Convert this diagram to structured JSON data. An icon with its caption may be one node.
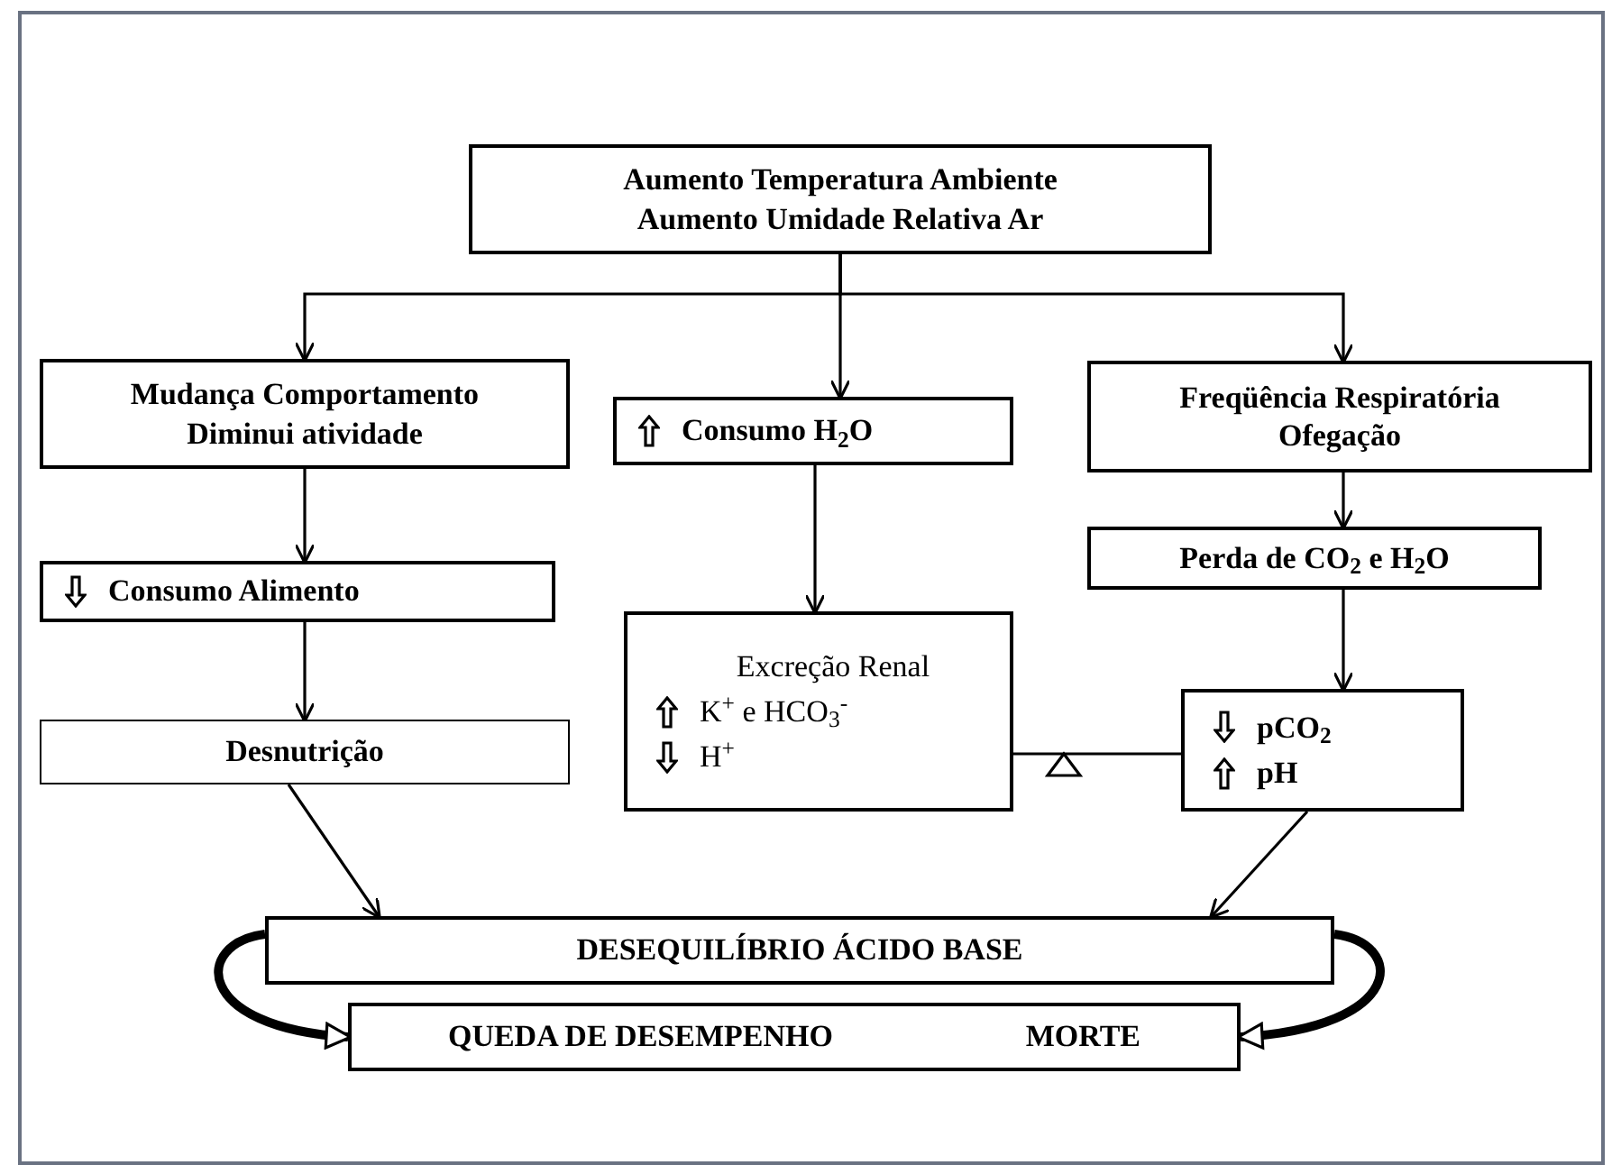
{
  "diagram": {
    "nodes": [
      {
        "text": [
          "Aumento Temperatura Ambiente",
          "Aumento Umidade Relativa Ar"
        ]
      },
      {
        "text": [
          "Mudança Comportamento",
          "Diminui atividade"
        ]
      },
      {
        "text": [
          "Consumo H$_{2}$O"
        ]
      },
      {
        "text": [
          "Freqüência Respiratória",
          "Ofegação"
        ]
      },
      {
        "text": [
          "Consumo Alimento"
        ]
      },
      {
        "text": [
          "Perda de CO$_{2}$ e  H$_{2}$O"
        ]
      },
      {
        "text": [
          "Excreção Renal",
          "K$^{+}$ e HCO$_{3}$$^{-}$",
          "H$^{+}$"
        ]
      },
      {
        "text": [
          "Desnutrição"
        ]
      },
      {
        "text": [
          "pCO$_{2}$",
          "pH"
        ]
      },
      {
        "text": [
          "DESEQUILÍBRIO ÁCIDO BASE"
        ]
      },
      {
        "text": [
          "QUEDA DE DESEMPENHO",
          "MORTE"
        ]
      }
    ],
    "edges": [
      {
        "from": 0,
        "to": 1,
        "arrow": "to"
      },
      {
        "from": 0,
        "to": 2,
        "arrow": "to"
      },
      {
        "from": 0,
        "to": 3,
        "arrow": "to"
      },
      {
        "from": 1,
        "to": 4,
        "arrow": "to"
      },
      {
        "from": 4,
        "to": 7,
        "arrow": "to"
      },
      {
        "from": 2,
        "to": 6,
        "arrow": "to"
      },
      {
        "from": 3,
        "to": 5,
        "arrow": "to"
      },
      {
        "from": 5,
        "to": 8,
        "arrow": "to"
      },
      {
        "from": 7,
        "to": 9,
        "arrow": "to"
      },
      {
        "from": 8,
        "to": 9,
        "arrow": "to"
      },
      {
        "from": 8,
        "to": 6,
        "arrow": "none"
      },
      {
        "from": 9,
        "to": 10,
        "arrow": "to",
        "style": "thick"
      },
      {
        "from": 9,
        "to": 10,
        "arrow": "to",
        "style": "thick"
      }
    ]
  }
}
